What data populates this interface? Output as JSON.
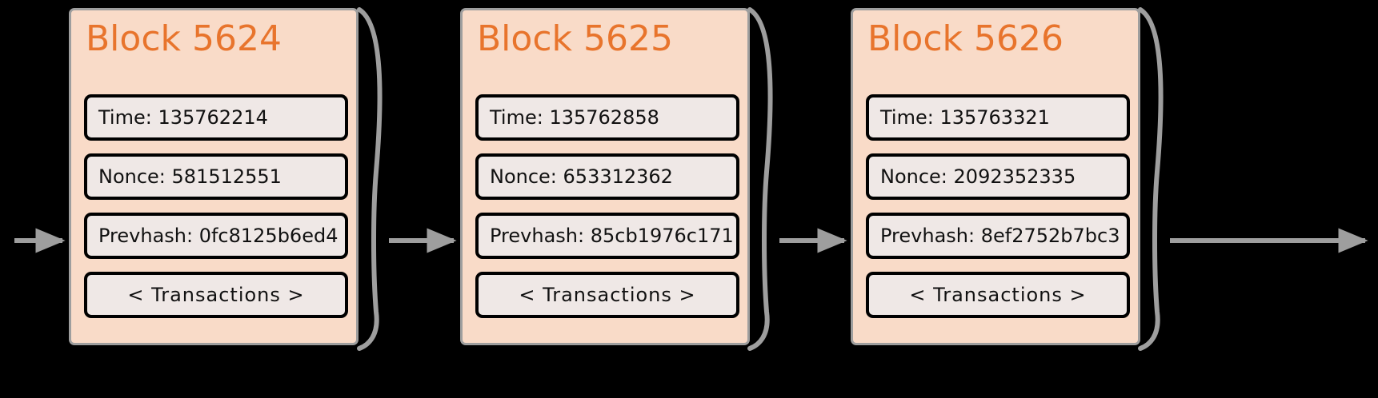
{
  "diagram": {
    "title": "Blockchain block chain diagram",
    "background_color": "#000000",
    "block_fill": "#f9dbc8",
    "block_border_color": "#9e9e9e",
    "title_color": "#e8742c",
    "field_fill": "#efe8e6",
    "field_border_color": "#000000",
    "arrow_color": "#9e9e9e"
  },
  "blocks": [
    {
      "title": "Block 5624",
      "time": "Time: 135762214",
      "nonce": "Nonce: 581512551",
      "prevhash": "Prevhash: 0fc8125b6ed4",
      "transactions": "< Transactions >"
    },
    {
      "title": "Block 5625",
      "time": "Time: 135762858",
      "nonce": "Nonce: 653312362",
      "prevhash": "Prevhash: 85cb1976c171",
      "transactions": "< Transactions >"
    },
    {
      "title": "Block 5626",
      "time": "Time: 135763321",
      "nonce": "Nonce: 2092352335",
      "prevhash": "Prevhash: 8ef2752b7bc3",
      "transactions": "< Transactions >"
    }
  ]
}
